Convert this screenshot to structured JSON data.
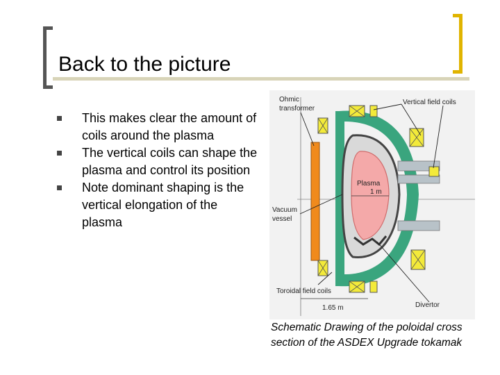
{
  "slide": {
    "title": "Back to the picture",
    "bullets": [
      "This makes clear the amount of coils around the plasma",
      "The vertical coils can shape the plasma and control its position",
      "Note dominant shaping is the vertical elongation of the plasma"
    ],
    "caption_line1": "Schematic Drawing of the poloidal cross",
    "caption_line2": "section of the ASDEX Upgrade tokamak"
  },
  "figure": {
    "labels": {
      "ohmic1": "Ohmic",
      "ohmic2": "transformer",
      "vertical": "Vertical field coils",
      "plasma": "Plasma",
      "one_m": "1 m",
      "vacuum1": "Vacuum",
      "vacuum2": "vessel",
      "toroidal": "Toroidal field coils",
      "dim": "1.65 m",
      "divertor": "Divertor"
    }
  },
  "colors": {
    "accent": "#e0b400",
    "bracket": "#555555",
    "coil_green": "#3aa57e",
    "plasma": "#f4a9a9",
    "transformer": "#f08a1c",
    "coil_yellow": "#f3ea3a"
  }
}
